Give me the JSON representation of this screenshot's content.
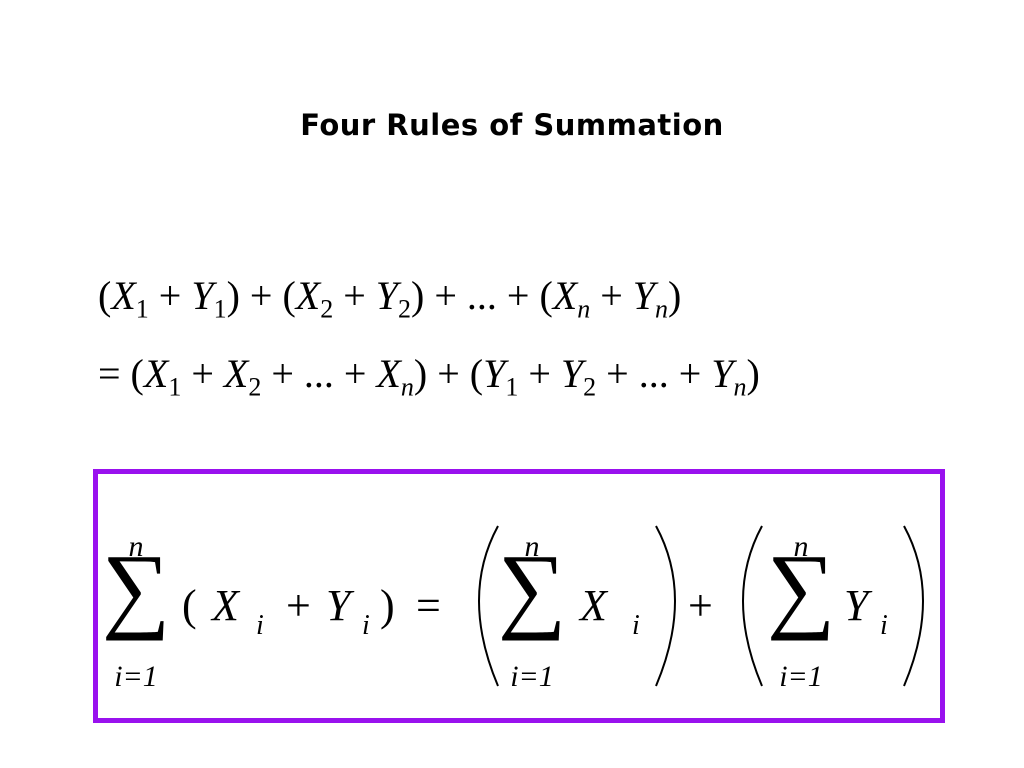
{
  "slide": {
    "title": "Four Rules of Summation"
  },
  "derivation": {
    "line1": {
      "t1": "(",
      "x1": "X",
      "s1": "1",
      "p1": " + ",
      "y1": "Y",
      "s2": "1",
      "t2": ") + (",
      "x2": "X",
      "s3": "2",
      "p2": " + ",
      "y2": "Y",
      "s4": "2",
      "t3": ") + ... + (",
      "x3": "X",
      "s5": "n",
      "p3": " + ",
      "y3": "Y",
      "s6": "n",
      "t4": ")"
    },
    "line2": {
      "t1": "= (",
      "x1": "X",
      "s1": "1",
      "p1": " + ",
      "x2": "X",
      "s2": "2",
      "p2": " + ... + ",
      "x3": "X",
      "s3": "n",
      "t2": ") + (",
      "y1": "Y",
      "s4": "1",
      "p3": " + ",
      "y2": "Y",
      "s5": "2",
      "p4": " + ... + ",
      "y3": "Y",
      "s6": "n",
      "t3": ")"
    }
  },
  "rule": {
    "border_color": "#9911ee",
    "sigma": "∑",
    "upper": "n",
    "lower": "i=1",
    "lhs": {
      "open": "(",
      "x": "X",
      "xi": "i",
      "plus": "+",
      "y": "Y",
      "yi": "i",
      "close": ")"
    },
    "equals": "=",
    "sum_x": {
      "x": "X",
      "xi": "i"
    },
    "plus": "+",
    "sum_y": {
      "y": "Y",
      "yi": "i"
    }
  }
}
